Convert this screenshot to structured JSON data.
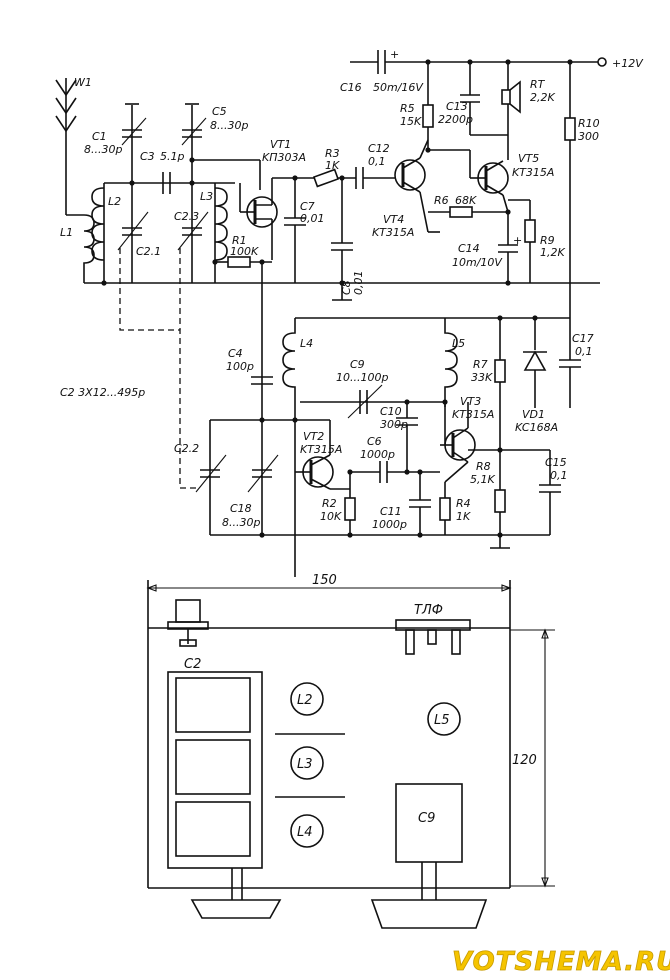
{
  "components": {
    "w1": "W1",
    "l1": "L1",
    "l2": "L2",
    "l3": "L3",
    "l4": "L4",
    "l5": "L5",
    "c1": "C1",
    "c1v": "8...30p",
    "c3": "C3",
    "c3v": "5.1p",
    "c5": "C5",
    "c5v": "8...30p",
    "c21": "C2.1",
    "c23": "C2.3",
    "c22": "C2.2",
    "c2note": "C2  3X12...495p",
    "vt1": "VT1",
    "vt1v": "KП303A",
    "r1": "R1",
    "r1v": "100K",
    "r3": "R3",
    "r3v": "1K",
    "c7": "C7",
    "c7v": "0,01",
    "c8": "C8",
    "c8v": "0,01",
    "c12": "C12",
    "c12v": "0,1",
    "c16": "C16",
    "c16v": "50m/16V",
    "r5": "R5",
    "r5v": "15K",
    "c13": "C13",
    "c13v": "2200p",
    "rt": "RT",
    "rtv": "2,2K",
    "r10": "R10",
    "r10v": "300",
    "vcc": "+12V",
    "vt4": "VT4",
    "vt4v": "KT315A",
    "vt5": "VT5",
    "vt5v": "KT315A",
    "r6": "R6",
    "r6v": "68K",
    "r9": "R9",
    "r9v": "1,2K",
    "c14": "C14",
    "c14v": "10m/10V",
    "c4": "C4",
    "c4v": "100p",
    "c9": "C9",
    "c9v": "10...100p",
    "c10": "C10",
    "c10v": "300p",
    "c6": "C6",
    "c6v": "1000p",
    "c11": "C11",
    "c11v": "1000p",
    "c18": "C18",
    "c18v": "8...30p",
    "c17": "C17",
    "c17v": "0,1",
    "c15": "C15",
    "c15v": "0,1",
    "vt2": "VT2",
    "vt2v": "KT315A",
    "vt3": "VT3",
    "vt3v": "KT315A",
    "r2": "R2",
    "r2v": "10K",
    "r4": "R4",
    "r4v": "1K",
    "r7": "R7",
    "r7v": "33K",
    "r8": "R8",
    "r8v": "5,1K",
    "vd1": "VD1",
    "vd1v": "KC168A"
  },
  "layout_drawing": {
    "width_dim": "150",
    "height_dim": "120",
    "c2": "C2",
    "tlf": "TЛФ",
    "l2": "L2",
    "l3": "L3",
    "l4": "L4",
    "l5": "L5",
    "c9": "C9"
  },
  "watermark": "VOTSHEMA.RU"
}
